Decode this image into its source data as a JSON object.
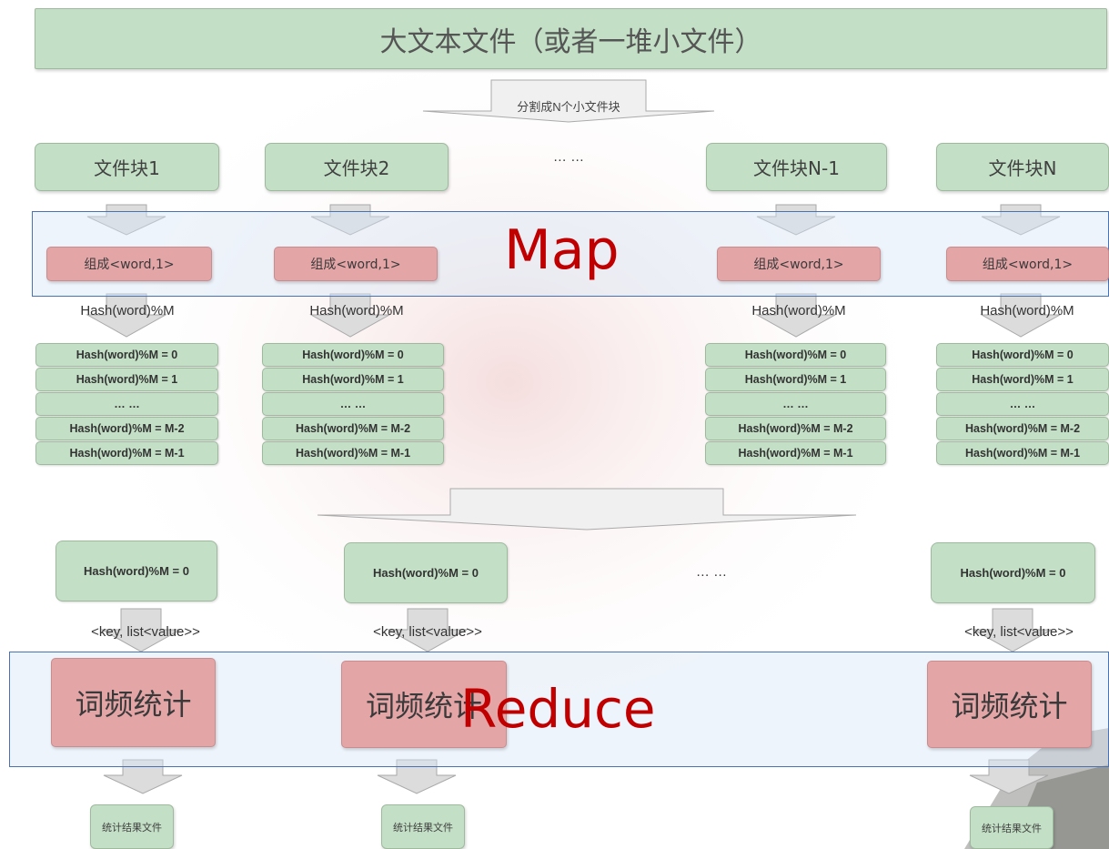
{
  "title": "大文本文件（或者一堆小文件）",
  "split_label": "分割成N个小文件块",
  "chunks": [
    "文件块1",
    "文件块2",
    "文件块N-1",
    "文件块N"
  ],
  "ellipsis": "… …",
  "map_label": "Map",
  "pair_label": "组成<word,1>",
  "hash_label": "Hash(word)%M",
  "hash_rows": [
    "Hash(word)%M = 0",
    "Hash(word)%M = 1",
    "… …",
    "Hash(word)%M = M-2",
    "Hash(word)%M = M-1"
  ],
  "shuffle_box_label": "Hash(word)%M = 0",
  "kv_label": "<key, list<value>>",
  "reduce_label": "Reduce",
  "count_label": "词频统计",
  "result_label": "统计结果文件",
  "colors": {
    "green_box": "#c3dfc5",
    "pink_box": "#e4a5a7",
    "band_border": "#4a72b0",
    "label_red": "#c00000"
  }
}
